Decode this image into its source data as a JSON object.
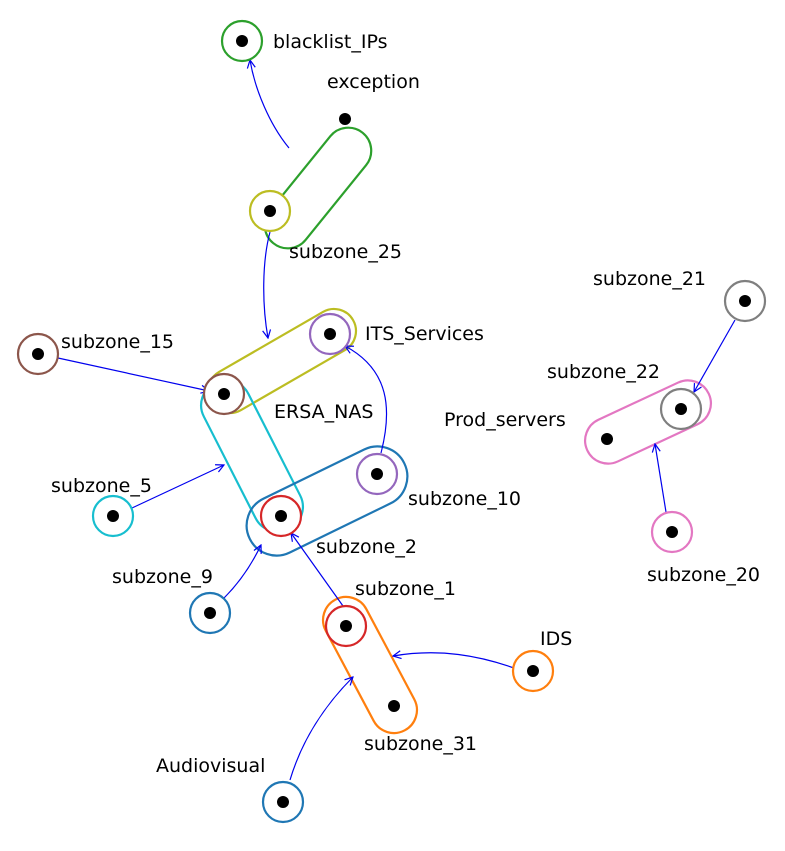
{
  "colors": {
    "edge": "#0000ee",
    "green": "#2ca02c",
    "olive": "#bcbd22",
    "cyan": "#17becf",
    "blue": "#1f77b4",
    "purple": "#9467bd",
    "brown": "#8c564b",
    "red": "#d62728",
    "orange": "#ff7f0e",
    "pink": "#e377c2",
    "gray": "#7f7f7f"
  },
  "nodes": {
    "blacklist_ips": "blacklist_IPs",
    "exception": "exception",
    "subzone_25": "subzone_25",
    "its_services": "ITS_Services",
    "subzone_15": "subzone_15",
    "ersa_nas": "ERSA_NAS",
    "subzone_5": "subzone_5",
    "subzone_10": "subzone_10",
    "subzone_2": "subzone_2",
    "subzone_9": "subzone_9",
    "subzone_1": "subzone_1",
    "ids": "IDS",
    "subzone_31": "subzone_31",
    "audiovisual": "Audiovisual",
    "subzone_21": "subzone_21",
    "subzone_22": "subzone_22",
    "prod_servers": "Prod_servers",
    "subzone_20": "subzone_20"
  }
}
